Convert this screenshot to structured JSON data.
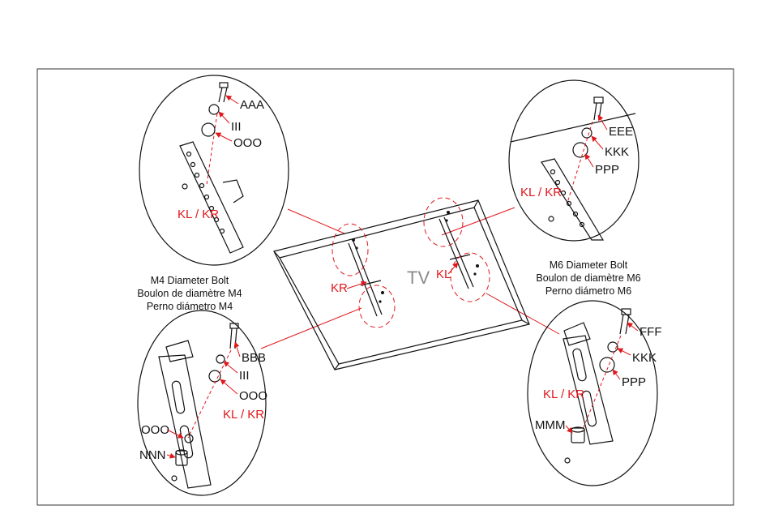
{
  "tv_label": "TV",
  "bracket_labels": {
    "left_bracket": "KR",
    "right_bracket": "KL",
    "zoom_tl": "KL / KR",
    "zoom_tr": "KL / KR",
    "zoom_bl": "KL / KR",
    "zoom_br": "KL / KR"
  },
  "parts": {
    "tl_bolt": "AAA",
    "tl_lock_washer": "III",
    "tl_washer": "OOO",
    "tr_bolt": "EEE",
    "tr_lock_washer": "KKK",
    "tr_washer": "PPP",
    "bl_bolt": "BBB",
    "bl_lock_washer": "III",
    "bl_washer": "OOO",
    "bl_washer_lower": "OOO",
    "bl_spacer": "NNN",
    "br_bolt": "FFF",
    "br_lock_washer": "KKK",
    "br_washer": "PPP",
    "br_spacer": "MMM"
  },
  "notes": {
    "m4": [
      "M4 Diameter Bolt",
      "Boulon de diamètre M4",
      "Perno diámetro M4"
    ],
    "m6": [
      "M6 Diameter Bolt",
      "Boulon de diamètre M6",
      "Perno diámetro M6"
    ]
  },
  "colors": {
    "line": "#111111",
    "accent_red": "#e0161b",
    "tv_text": "#8a8a8a"
  }
}
